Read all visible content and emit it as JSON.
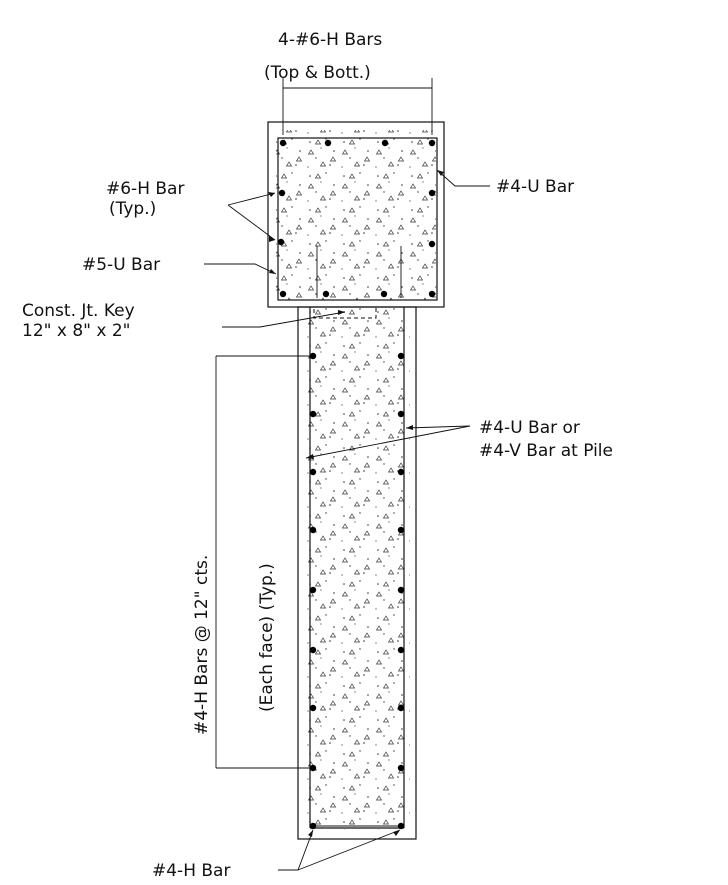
{
  "labels": {
    "top_bars": "4-#6-H Bars",
    "top_bars_note": "(Top & Bott.)",
    "h_bar_6": "#6-H Bar",
    "h_bar_6_note": "(Typ.)",
    "u_bar_4_top": "#4-U Bar",
    "u_bar_5": "#5-U Bar",
    "const_jt_key": "Const. Jt. Key",
    "const_jt_key_dims": "12\" x 8\" x 2\"",
    "u_bar_4_or": "#4-U Bar or",
    "v_bar_4_pile": "#4-V Bar at Pile",
    "h_bars_spacing": "#4-H Bars @ 12\" cts.",
    "h_bars_each_face": "(Each face) (Typ.)",
    "h_bar_4_bottom": "#4-H Bar"
  }
}
